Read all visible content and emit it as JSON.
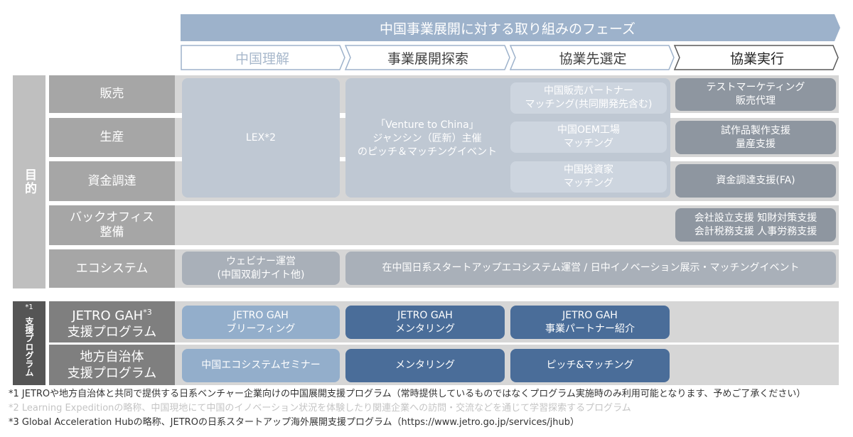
{
  "header": {
    "title": "中国事業展開に対する取り組みのフェーズ",
    "phases": [
      "中国理解",
      "事業展開探索",
      "協業先選定",
      "協業実行"
    ]
  },
  "side_labels": {
    "purpose": "目的",
    "support_note": "*1",
    "support": "支援プログラム"
  },
  "rows": {
    "sales": "販売",
    "production": "生産",
    "funding": "資金調達",
    "backoffice": "バックオフィス\n整備",
    "ecosystem": "エコシステム",
    "gah": "JETRO GAH",
    "gah_sup": "*3",
    "gah_line2": "支援プログラム",
    "local": "地方自治体\n支援プログラム"
  },
  "boxes": {
    "lex": "LEX*2",
    "venture": "「Venture to China」\nジャンシン（匠新）主催\nのピッチ＆マッチングイベント",
    "sales_match": "中国販売パートナー\nマッチング(共同開発先含む)",
    "oem_match": "中国OEM工場\nマッチング",
    "investor_match": "中国投資家\nマッチング",
    "test_marketing": "テストマーケティング\n販売代理",
    "prototype": "試作品製作支援\n量産支援",
    "fa": "資金調達支援(FA)",
    "backoffice_support": "会社設立支援 知財対策支援\n会計税務支援 人事労務支援",
    "webinar": "ウェビナー運営\n(中国双創ナイト他)",
    "ecosystem_ops": "在中国日系スタートアップエコシステム運営 / 日中イノベーション展示・マッチングイベント",
    "gah_briefing": "JETRO GAH\nブリーフィング",
    "gah_mentoring": "JETRO GAH\nメンタリング",
    "gah_partner": "JETRO GAH\n事業パートナー紹介",
    "local_seminar": "中国エコシステムセミナー",
    "local_mentoring": "メンタリング",
    "local_pitch": "ピッチ&マッチング"
  },
  "footnotes": {
    "note1": "*1 JETROや地方自治体と共同で提供する日系ベンチャー企業向けの中国展開支援プログラム（常時提供しているものではなくプログラム実施時のみ利用可能となります、予めご了承ください）",
    "note2": "*2 Learning Expeditionの略称、中国現地にて中国のイノベーション状況を体験したり関連企業への訪問・交流などを通じて学習探索するプログラム",
    "note3": "*3 Global Acceleration Hubの略称、JETROの日系スタートアップ海外展開支援プログラム（https://www.jetro.go.jp/services/jhub）"
  },
  "colors": {
    "header_bar": "#9db2cb",
    "phase_border": "#9db2cb",
    "box_dark_blue": "#4a6d99",
    "box_light_blue": "#93aecb"
  }
}
